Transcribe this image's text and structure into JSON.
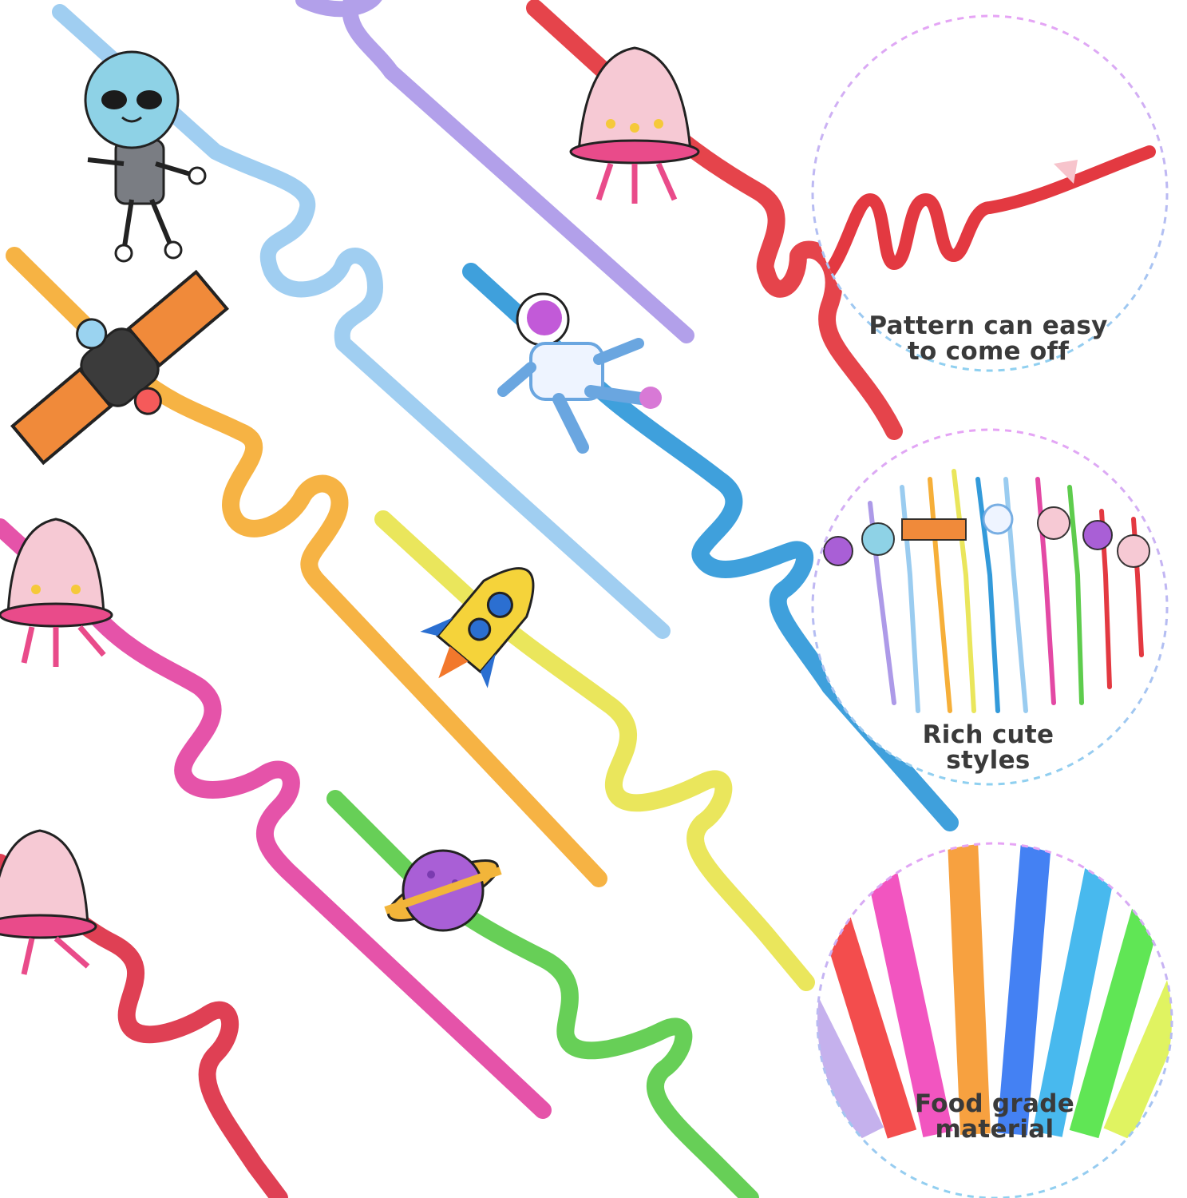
{
  "callouts": [
    {
      "label_line1": "Pattern can easy",
      "label_line2": "to come off"
    },
    {
      "label_line1": "Rich cute",
      "label_line2": "styles"
    },
    {
      "label_line1": "Food grade",
      "label_line2": "material"
    }
  ],
  "colors": {
    "straw_blue_light": "#8fc6ee",
    "straw_purple": "#a48fe6",
    "straw_red": "#e0232c",
    "straw_orange": "#f5a623",
    "straw_blue": "#1d8fd6",
    "straw_yellow": "#e8e34a",
    "straw_pink": "#e0359a",
    "straw_green": "#4cc73a",
    "circle_border_top": "#e6a4f5",
    "circle_border_bottom": "#8fd0f0"
  },
  "decorations": [
    "alien-icon",
    "ufo-icon",
    "satellite-icon",
    "astronaut-icon",
    "rocket-icon",
    "planet-icon"
  ]
}
